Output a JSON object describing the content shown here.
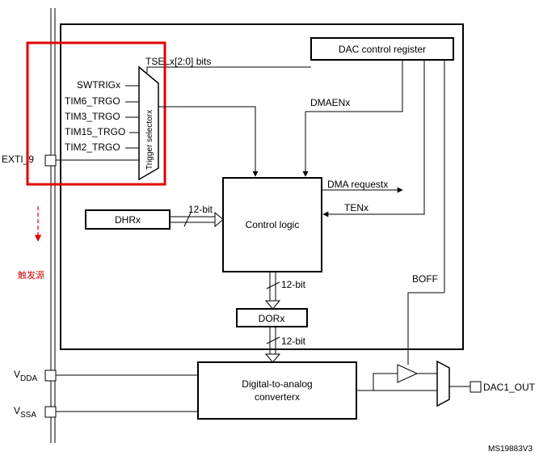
{
  "labels": {
    "tsel_bits": "TSELx[2:0] bits",
    "dac_control_register": "DAC control register",
    "dmaen": "DMAENx",
    "swtrig": "SWTRIGx",
    "tim6": "TIM6_TRGO",
    "tim3": "TIM3_TRGO",
    "tim15": "TIM15_TRGO",
    "tim2": "TIM2_TRGO",
    "exti": "EXTI_9",
    "trigger_selector": "Trigger selectorx",
    "dma_request": "DMA requestx",
    "ten": "TENx",
    "control_logic": "Control logic",
    "dhr": "DHRx",
    "bits12_a": "12-bit",
    "bits12_b": "12-bit",
    "bits12_c": "12-bit",
    "dor": "DORx",
    "boff": "BOFF",
    "vdda_main": "V",
    "vdda_sub": "DDA",
    "vssa_main": "V",
    "vssa_sub": "SSA",
    "dac_line1": "Digital-to-analog",
    "dac_line2": "converterx",
    "dac_out": "DAC1_OUT",
    "figure_id": "MS19883V3",
    "trigger_source_note": "触发源"
  },
  "colors": {
    "highlight": "#e00000",
    "line": "#000000"
  }
}
